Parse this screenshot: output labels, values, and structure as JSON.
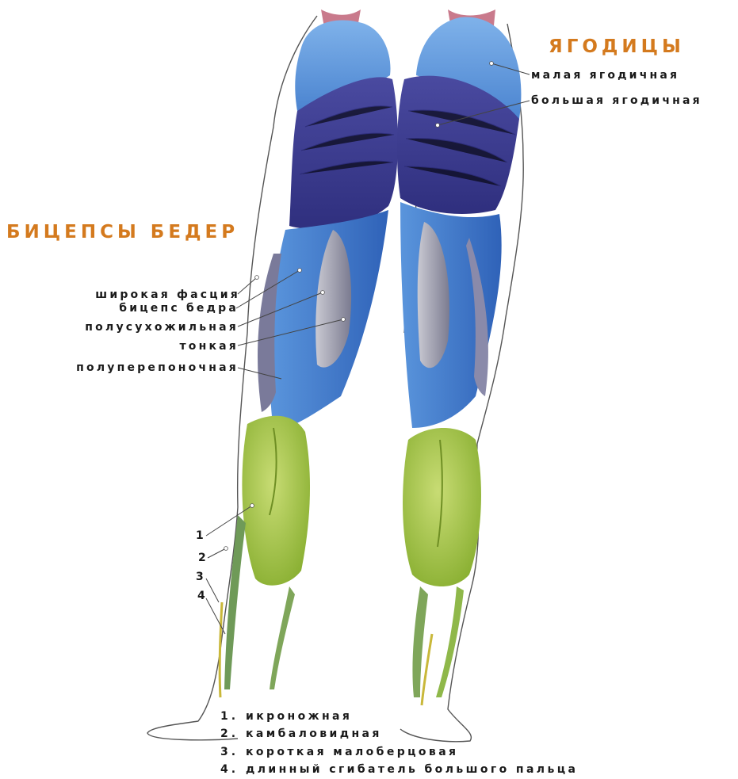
{
  "headings": {
    "glutes": "ЯГОДИЦЫ",
    "hamstrings": "БИЦЕПСЫ БЕДЕР"
  },
  "glute_labels": {
    "minimus": "малая ягодичная",
    "maximus": "большая ягодичная"
  },
  "hamstring_labels": {
    "fascia_lata": "широкая фасция",
    "biceps_femoris": "бицепс бедра",
    "semitendinosus": "полусухожильная",
    "gracilis": "тонкая",
    "semimembranosus": "полуперепоночная"
  },
  "lower_leg_numbers": [
    "1",
    "2",
    "3",
    "4"
  ],
  "legend": [
    {
      "number": "1.",
      "text": "икроножная"
    },
    {
      "number": "2.",
      "text": "камбаловидная"
    },
    {
      "number": "3.",
      "text": "короткая малоберцовая"
    },
    {
      "number": "4.",
      "text": "длинный сгибатель большого пальца"
    }
  ],
  "colors": {
    "heading": "#d47a1e",
    "gluteus_minimus": "#5f98d8",
    "gluteus_maximus": "#3a3a8c",
    "hamstring_blue": "#3f78cc",
    "hamstring_tendon": "#9a9aaa",
    "calf_green": "#a8c94a"
  }
}
